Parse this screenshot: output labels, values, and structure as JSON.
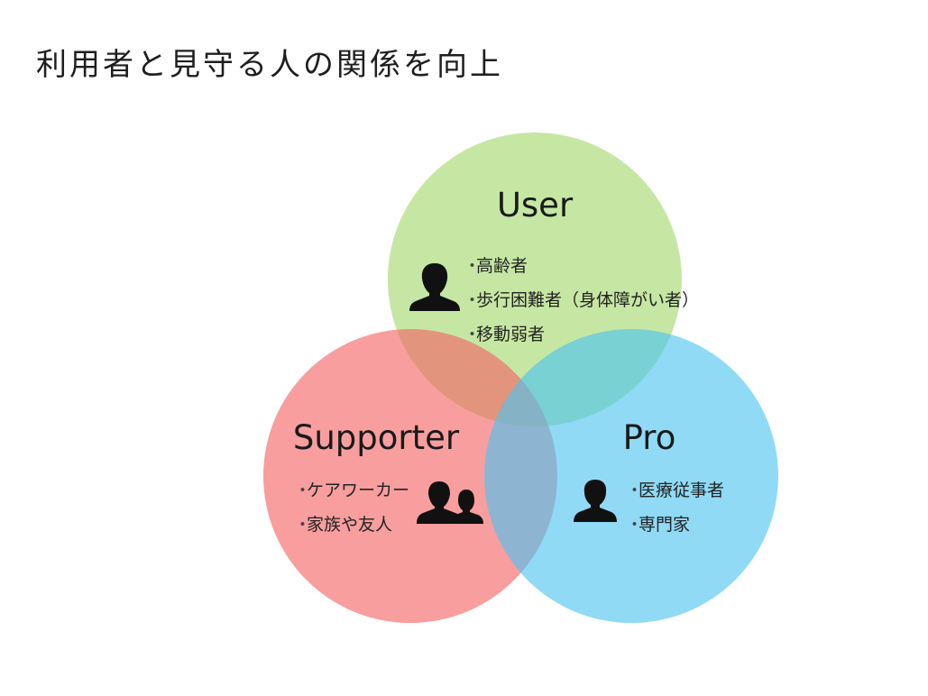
{
  "title": "利用者と見守る人の関係を向上",
  "colors": {
    "user": "#a3d86b",
    "supporter": "#f46264",
    "pro": "#4cc3f0",
    "icon": "#111111"
  },
  "groups": {
    "user": {
      "heading": "User",
      "items": [
        "高齢者",
        "歩行困難者（身体障がい者）",
        "移動弱者"
      ],
      "icon": "person-silhouette-icon"
    },
    "supporter": {
      "heading": "Supporter",
      "items": [
        "ケアワーカー",
        "家族や友人"
      ],
      "icon": "two-people-icon"
    },
    "pro": {
      "heading": "Pro",
      "items": [
        "医療従事者",
        "専門家"
      ],
      "icon": "person-silhouette-icon"
    }
  }
}
